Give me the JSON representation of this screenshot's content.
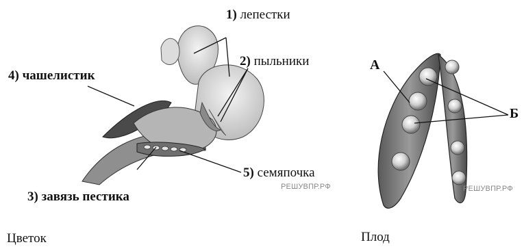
{
  "flower": {
    "labels": {
      "petals": {
        "num": "1)",
        "text": "лепестки"
      },
      "anthers": {
        "num": "2)",
        "text": "пыльники"
      },
      "ovary": {
        "num": "3)",
        "text": "завязь пестика"
      },
      "sepal": {
        "num": "4)",
        "text": "чашелистик"
      },
      "ovule": {
        "num": "5)",
        "text": "семяпочка"
      }
    },
    "watermark": "РЕШУВПР.РФ",
    "caption": "Цветок"
  },
  "fruit": {
    "letter_a": "А",
    "letter_b": "Б",
    "watermark": "РЕШУВПР.РФ",
    "caption": "Плод"
  },
  "colors": {
    "ink": "#111111",
    "gray": "#8a8a8a",
    "dark": "#3a3a3a",
    "light": "#d8d8d8"
  }
}
